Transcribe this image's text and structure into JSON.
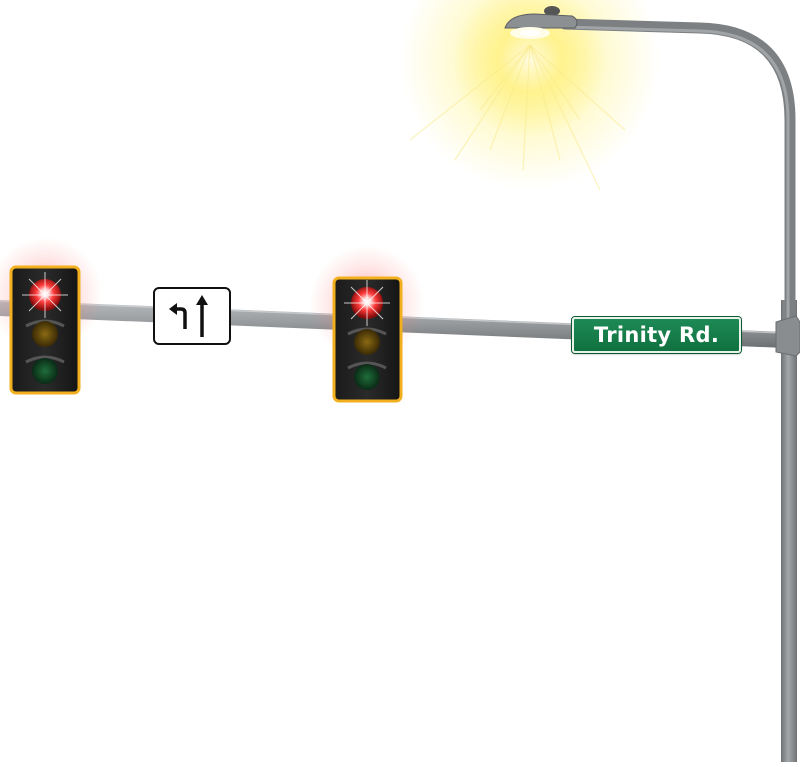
{
  "scene": {
    "street_sign": {
      "text": "Trinity Rd.",
      "color": "#137a48"
    },
    "lane_sign": {
      "icons": [
        "left-turn-arrow-icon",
        "straight-arrow-icon"
      ]
    },
    "signals": [
      {
        "id": "left",
        "active": "red"
      },
      {
        "id": "center",
        "active": "red"
      }
    ],
    "colors": {
      "signal_housing_border": "#f2b01e",
      "red_lamp": "#ff3b3b",
      "pole": "#8a8d90",
      "lamp_glow": "#ffe84a"
    }
  }
}
